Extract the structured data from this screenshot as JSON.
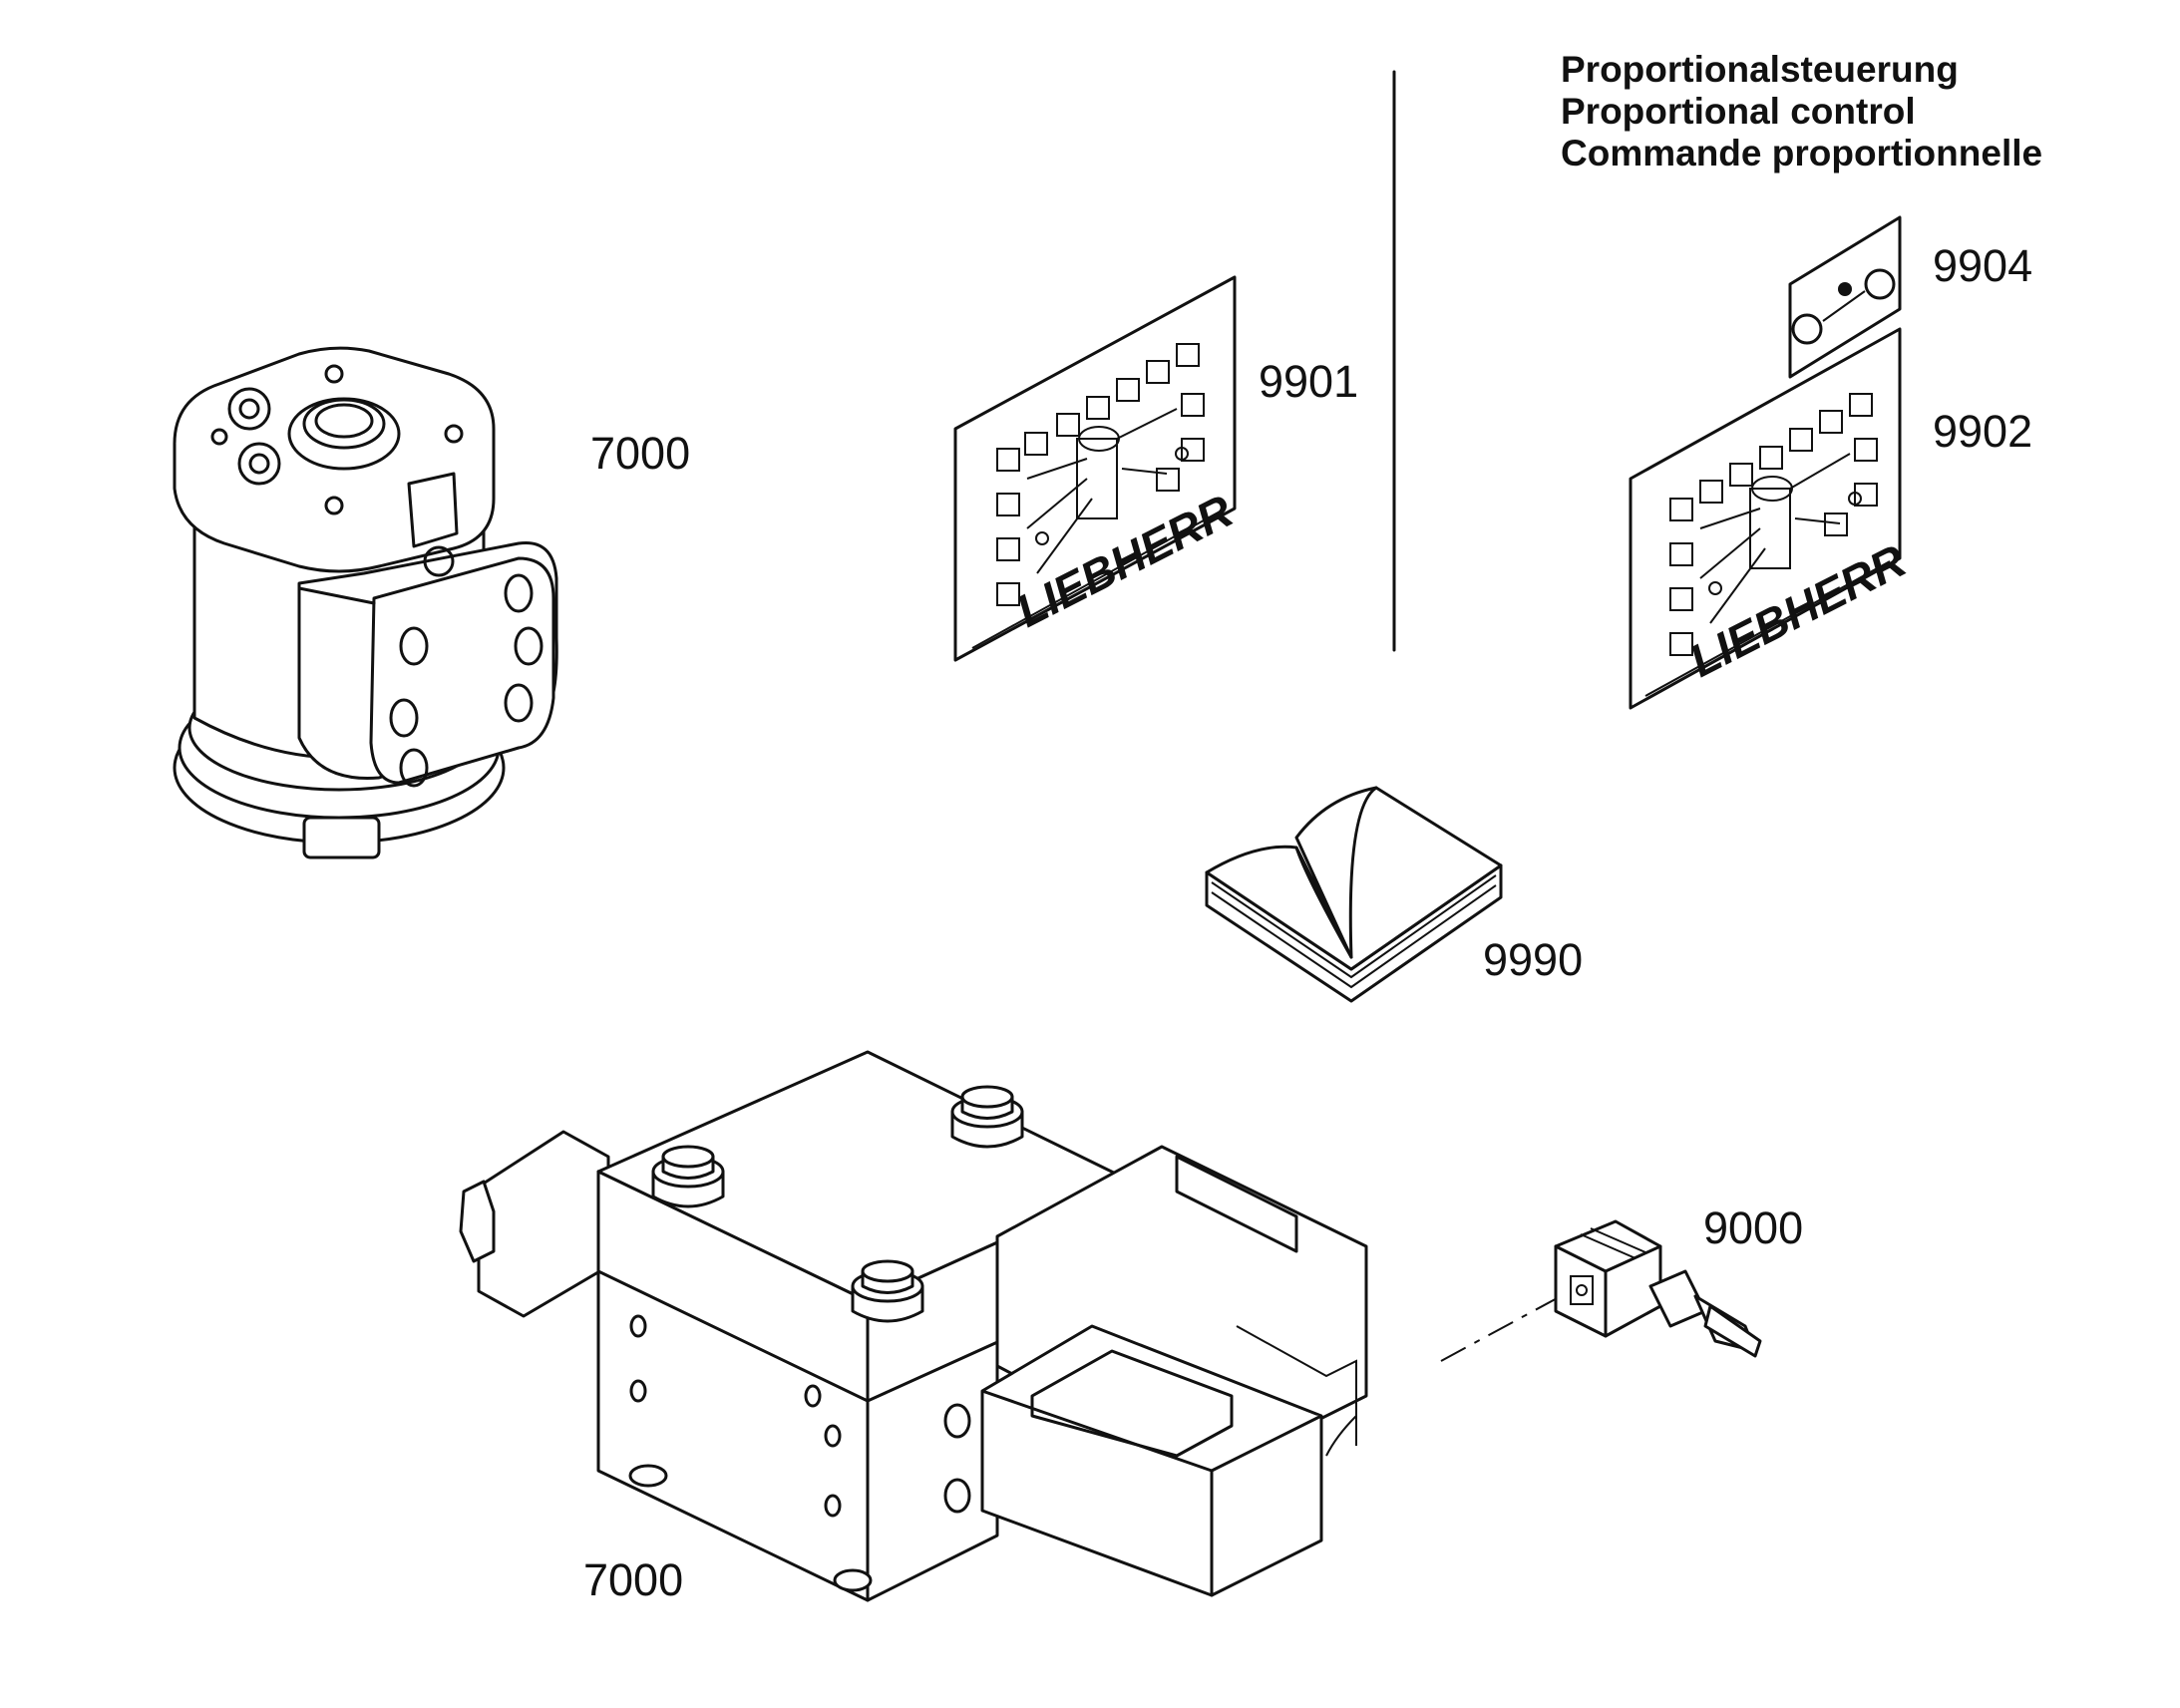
{
  "header": {
    "title_de": "Proportionalsteuerung",
    "title_en": "Proportional control",
    "title_fr": "Commande proportionnelle"
  },
  "parts": {
    "steering_unit": "7000",
    "label_9901": "9901",
    "label_9902": "9902",
    "label_9904": "9904",
    "manual": "9990",
    "valve_block": "7000",
    "connector": "9000"
  },
  "labels": {
    "brand_text": "LIEBHERR"
  },
  "colors": {
    "ink": "#111111",
    "background": "#ffffff"
  }
}
